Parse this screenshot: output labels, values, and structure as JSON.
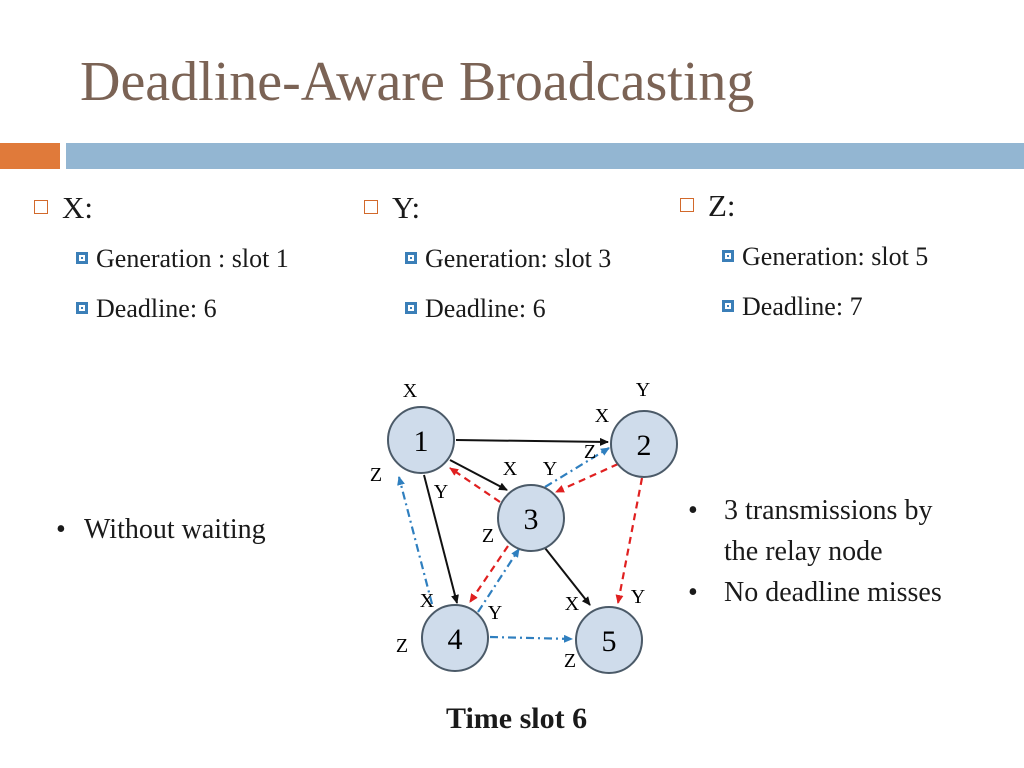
{
  "slide": {
    "title": "Deadline-Aware Broadcasting",
    "colors": {
      "title": "#7b6355",
      "accent_orange": "#e07a3a",
      "accent_blue": "#93b6d2",
      "node_fill": "#cfdceb",
      "node_stroke": "#4b5a68",
      "red": "#e02020",
      "blue": "#2f7fbf"
    }
  },
  "messages": [
    {
      "name": "X:",
      "generation": "Generation : slot 1",
      "deadline": "Deadline: 6"
    },
    {
      "name": "Y:",
      "generation": "Generation: slot 3",
      "deadline": "Deadline: 6"
    },
    {
      "name": "Z:",
      "generation": "Generation: slot 5",
      "deadline": "Deadline: 7"
    }
  ],
  "left_note": "Without waiting",
  "right_notes": [
    "3 transmissions by the relay node",
    "No deadline misses"
  ],
  "right_notes_lines": [
    [
      "3 transmissions by",
      "the relay node"
    ],
    [
      "No deadline misses"
    ]
  ],
  "diagram": {
    "nodes": [
      "1",
      "2",
      "3",
      "4",
      "5"
    ],
    "labels": {
      "n1_top": "X",
      "n2_top": "Y",
      "n2_left": "X",
      "z_left_1": "Z",
      "y_below_1": "Y",
      "x_mid": "X",
      "y_mid": "Y",
      "z_near_2": "Z",
      "z_near_3": "Z",
      "x_near_4": "X",
      "y_near_4": "Y",
      "z_left_4": "Z",
      "x_near_5": "X",
      "y_near_5": "Y",
      "z_below_5": "Z"
    }
  },
  "footer": "Time slot 6"
}
